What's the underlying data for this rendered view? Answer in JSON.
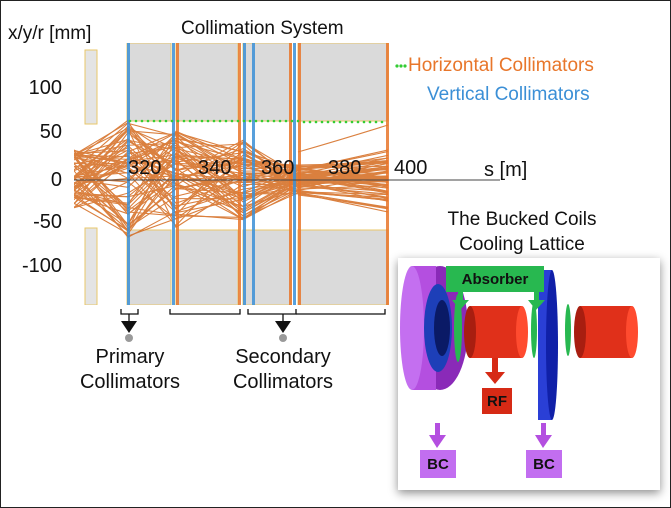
{
  "title": "Collimation System",
  "y_axis_label": "x/y/r [mm]",
  "y_ticks": [
    "100",
    "50",
    "0",
    "-50",
    "-100"
  ],
  "x_ticks": [
    "320",
    "340",
    "360",
    "380",
    "400"
  ],
  "x_axis_label": "s [m]",
  "legend": {
    "horizontal": "Horizontal Collimators",
    "vertical": "Vertical Collimators"
  },
  "groups": {
    "primary": [
      "Primary",
      "Collimators"
    ],
    "secondary": [
      "Secondary",
      "Collimators"
    ]
  },
  "inset": {
    "title_line1": "The Bucked Coils",
    "title_line2": "Cooling Lattice",
    "absorber": "Absorber",
    "rf": "RF",
    "bc_left": "BC",
    "bc_right": "BC"
  },
  "colors": {
    "horizontal": "#e8762a",
    "vertical": "#3b8fd6",
    "dots": "#33cc33",
    "tracks": "#d46a1e",
    "bc": "#b44fe0",
    "absorber": "#28b850",
    "rf": "#d62a15"
  }
}
